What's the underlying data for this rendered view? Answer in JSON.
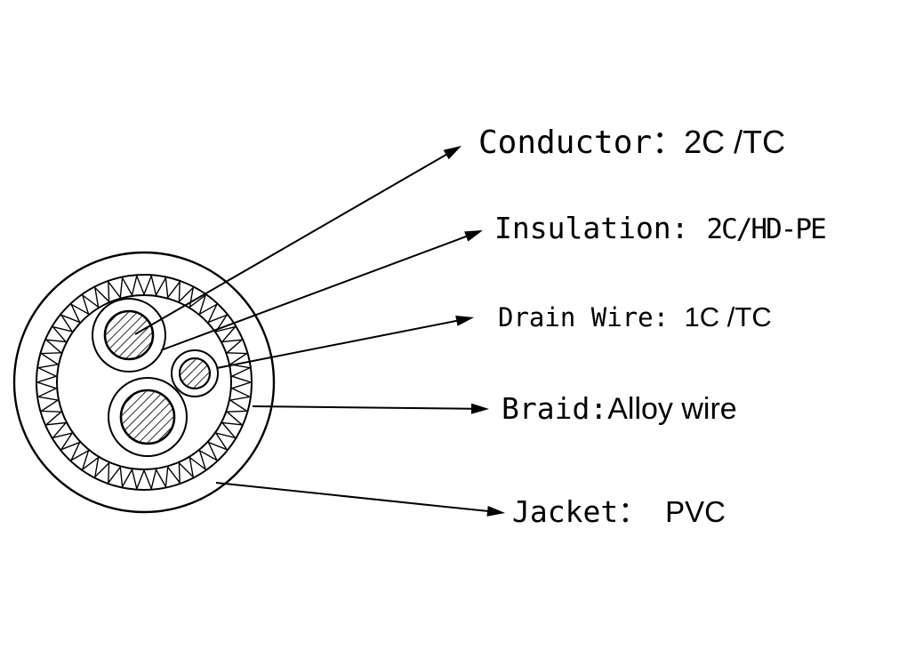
{
  "labels": [
    {
      "name": "Conductor",
      "separator": "：",
      "value": "2C /TC",
      "part": "conductor"
    },
    {
      "name": "Insulation",
      "separator": ": ",
      "value": "2C/HD-PE",
      "part": "insulation"
    },
    {
      "name": "Drain Wire",
      "separator": ": ",
      "value": "1C /TC",
      "part": "drain-wire"
    },
    {
      "name": "Braid",
      "separator": ":",
      "value": "Alloy wire",
      "part": "braid"
    },
    {
      "name": "Jacket",
      "separator": "： ",
      "value": "PVC",
      "part": "jacket"
    }
  ],
  "colors": {
    "line": "#000000",
    "background": "#ffffff"
  }
}
